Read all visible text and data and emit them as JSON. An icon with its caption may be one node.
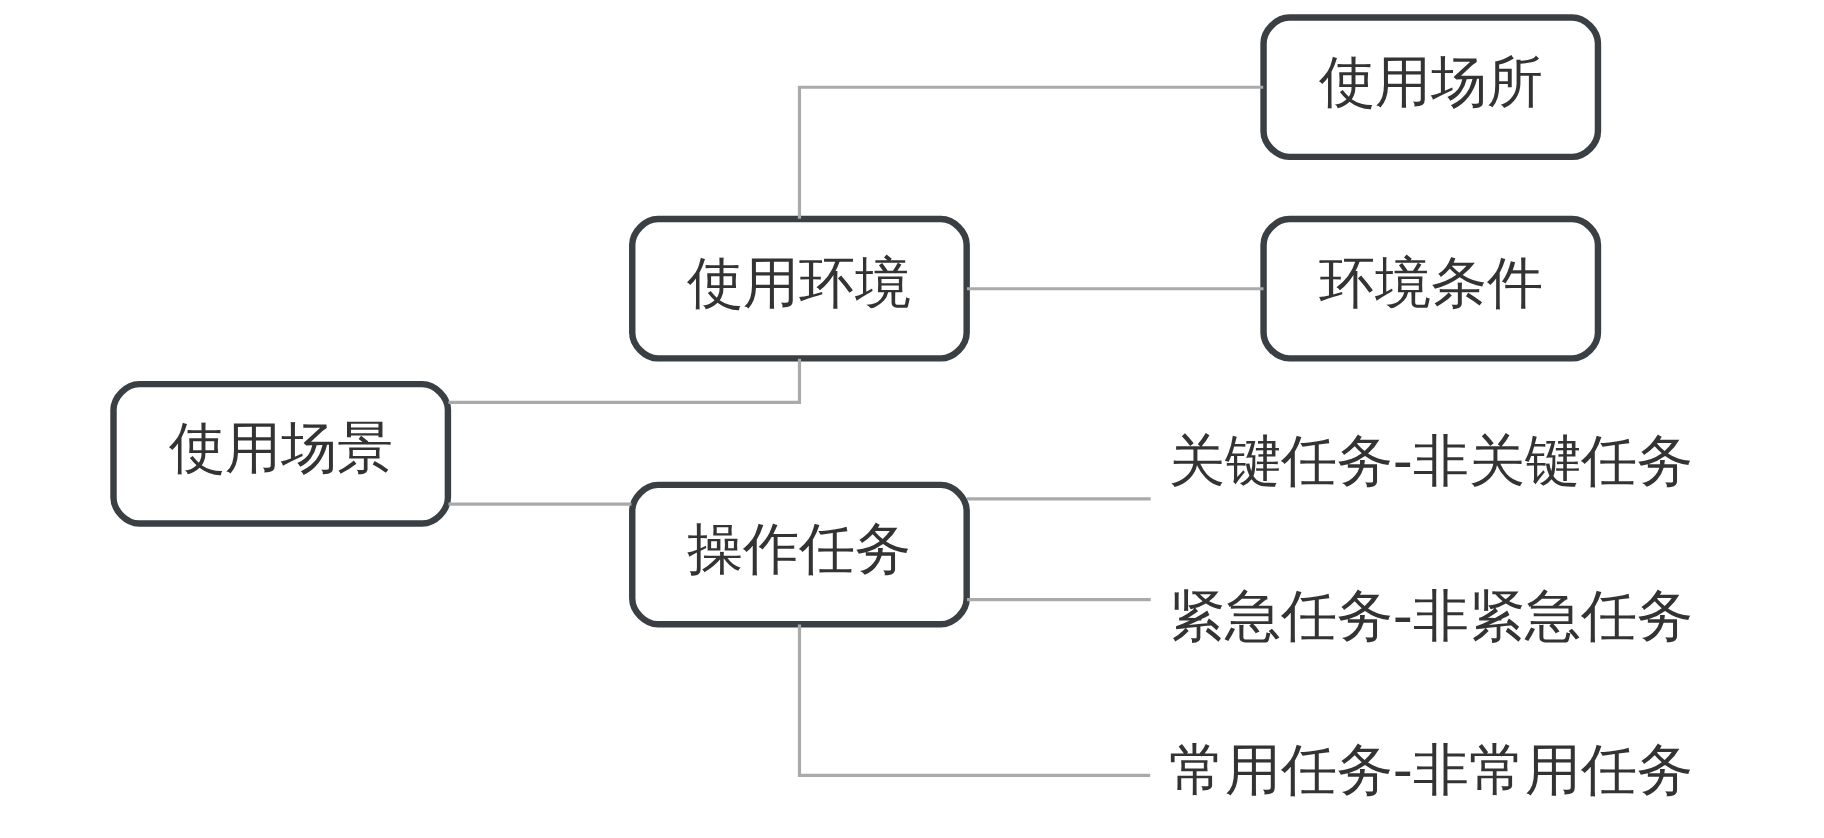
{
  "diagram": {
    "nodes": [
      {
        "text": [
          "使用场景"
        ]
      },
      {
        "text": [
          "使用环境"
        ]
      },
      {
        "text": [
          "使用场所"
        ]
      },
      {
        "text": [
          "环境条件"
        ]
      },
      {
        "text": [
          "操作任务"
        ]
      },
      {
        "text": [
          "关键任务-非关键任务"
        ]
      },
      {
        "text": [
          "紧急任务-非紧急任务"
        ]
      },
      {
        "text": [
          "常用任务-非常用任务"
        ]
      }
    ],
    "edges": [
      {
        "from": 0,
        "to": 1,
        "arrow": "none"
      },
      {
        "from": 1,
        "to": 2,
        "arrow": "none"
      },
      {
        "from": 1,
        "to": 3,
        "arrow": "none"
      },
      {
        "from": 0,
        "to": 4,
        "arrow": "none"
      },
      {
        "from": 4,
        "to": 5,
        "arrow": "none"
      },
      {
        "from": 4,
        "to": 6,
        "arrow": "none"
      },
      {
        "from": 4,
        "to": 7,
        "arrow": "none"
      }
    ]
  }
}
